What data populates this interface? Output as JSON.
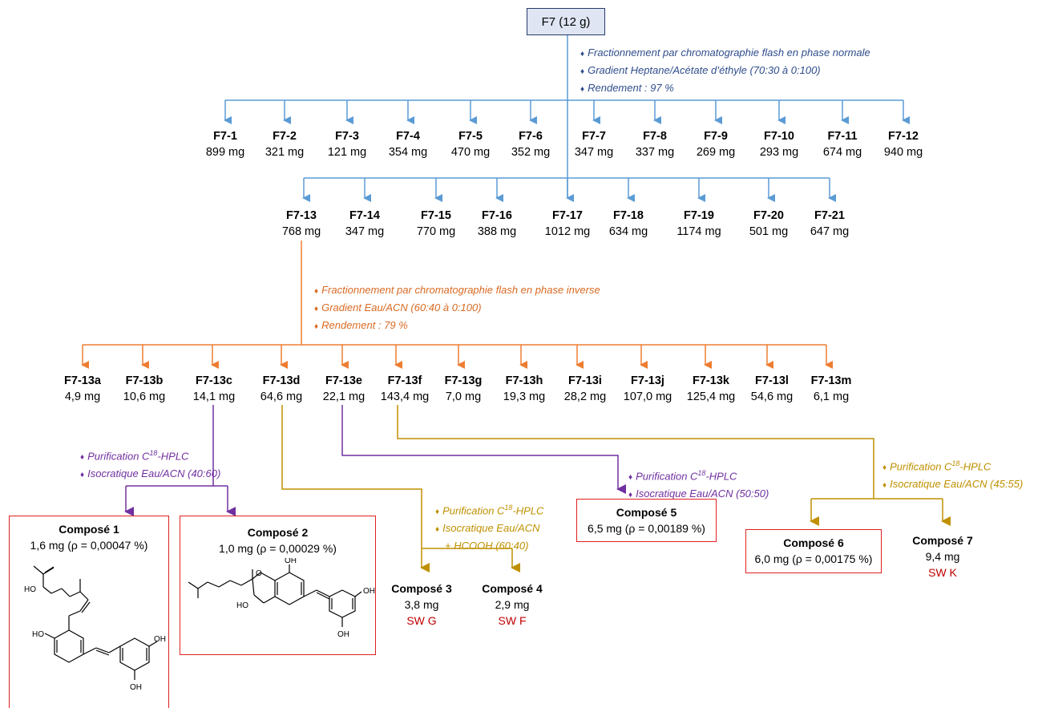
{
  "root": {
    "label": "F7 (12 g)"
  },
  "step1_notes": [
    "Fractionnement par chromatographie flash en phase normale",
    "Gradient Heptane/Acétate d’éthyle (70:30 à 0:100)",
    "Rendement : 97 %"
  ],
  "row1": [
    {
      "code": "F7-1",
      "mass": "899 mg"
    },
    {
      "code": "F7-2",
      "mass": "321 mg"
    },
    {
      "code": "F7-3",
      "mass": "121 mg"
    },
    {
      "code": "F7-4",
      "mass": "354 mg"
    },
    {
      "code": "F7-5",
      "mass": "470 mg"
    },
    {
      "code": "F7-6",
      "mass": "352 mg"
    },
    {
      "code": "F7-7",
      "mass": "347 mg"
    },
    {
      "code": "F7-8",
      "mass": "337 mg"
    },
    {
      "code": "F7-9",
      "mass": "269 mg"
    },
    {
      "code": "F7-10",
      "mass": "293 mg"
    },
    {
      "code": "F7-11",
      "mass": "674 mg"
    },
    {
      "code": "F7-12",
      "mass": "940 mg"
    }
  ],
  "row2": [
    {
      "code": "F7-13",
      "mass": "768 mg"
    },
    {
      "code": "F7-14",
      "mass": "347 mg"
    },
    {
      "code": "F7-15",
      "mass": "770 mg"
    },
    {
      "code": "F7-16",
      "mass": "388 mg"
    },
    {
      "code": "F7-17",
      "mass": "1012 mg"
    },
    {
      "code": "F7-18",
      "mass": "634 mg"
    },
    {
      "code": "F7-19",
      "mass": "1174 mg"
    },
    {
      "code": "F7-20",
      "mass": "501 mg"
    },
    {
      "code": "F7-21",
      "mass": "647 mg"
    }
  ],
  "step2_notes": [
    "Fractionnement par chromatographie flash en phase inverse",
    "Gradient Eau/ACN (60:40 à 0:100)",
    "Rendement : 79 %"
  ],
  "row3": [
    {
      "code": "F7-13a",
      "mass": "4,9 mg"
    },
    {
      "code": "F7-13b",
      "mass": "10,6 mg"
    },
    {
      "code": "F7-13c",
      "mass": "14,1 mg"
    },
    {
      "code": "F7-13d",
      "mass": "64,6 mg"
    },
    {
      "code": "F7-13e",
      "mass": "22,1 mg"
    },
    {
      "code": "F7-13f",
      "mass": "143,4 mg"
    },
    {
      "code": "F7-13g",
      "mass": "7,0 mg"
    },
    {
      "code": "F7-13h",
      "mass": "19,3 mg"
    },
    {
      "code": "F7-13i",
      "mass": "28,2 mg"
    },
    {
      "code": "F7-13j",
      "mass": "107,0 mg"
    },
    {
      "code": "F7-13k",
      "mass": "125,4 mg"
    },
    {
      "code": "F7-13l",
      "mass": "54,6 mg"
    },
    {
      "code": "F7-13m",
      "mass": "6,1 mg"
    }
  ],
  "purif": {
    "hplc_prefix": "Purification C",
    "hplc_sup": "18",
    "hplc_suffix": "-HPLC",
    "c_iso": "Isocratique Eau/ACN (40:60)",
    "d_iso": "Isocratique Eau/ACN",
    "d_extra": "+ HCOOH (60:40)",
    "e_iso": "Isocratique Eau/ACN (50:50)",
    "f_iso": "Isocratique Eau/ACN (45:55)"
  },
  "compounds": [
    {
      "title": "Composé 1",
      "mass": "1,6 mg (ρ = 0,00047 %)"
    },
    {
      "title": "Composé 2",
      "mass": "1,0 mg (ρ = 0,00029 %)"
    },
    {
      "title": "Composé 3",
      "mass": "3,8 mg",
      "sw": "SW G"
    },
    {
      "title": "Composé 4",
      "mass": "2,9 mg",
      "sw": "SW F"
    },
    {
      "title": "Composé 5",
      "mass": "6,5 mg (ρ = 0,00189 %)"
    },
    {
      "title": "Composé 6",
      "mass": "6,0 mg (ρ = 0,00175 %)"
    },
    {
      "title": "Composé 7",
      "mass": "9,4 mg",
      "sw": "SW K"
    }
  ],
  "labels": {
    "oh": "OH",
    "ho": "HO"
  },
  "colors": {
    "blue": "#5b9bd5",
    "orange": "#ed7d31",
    "purple": "#7030a0",
    "gold": "#bf9000",
    "red": "#e02020"
  }
}
